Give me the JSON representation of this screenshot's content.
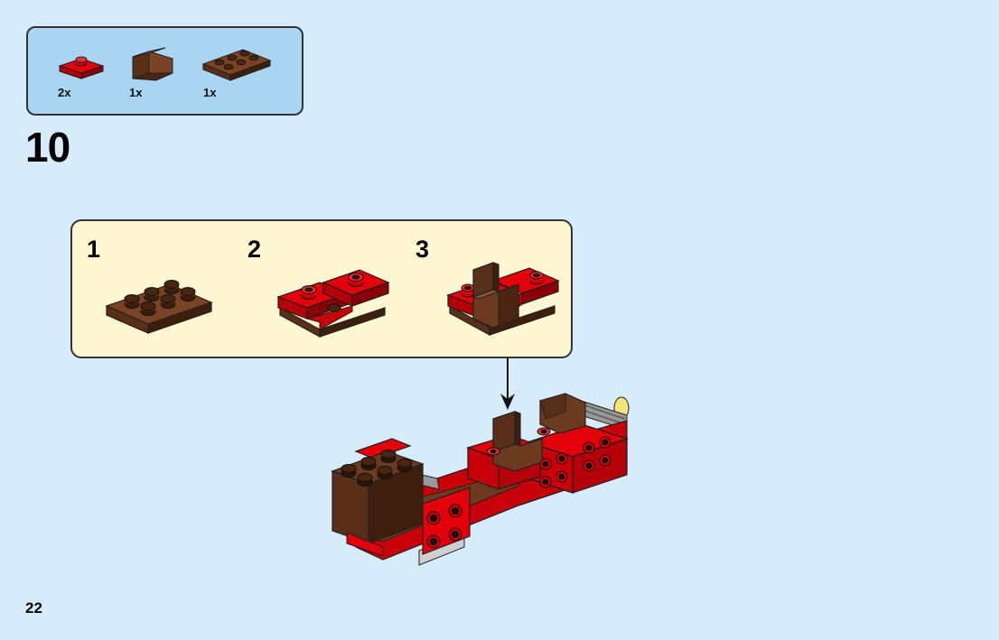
{
  "parts_list": {
    "items": [
      {
        "qty": "2x",
        "icon": "red-plate-1x2-jumper-icon",
        "color": "#e3000b"
      },
      {
        "qty": "1x",
        "icon": "brown-brick-1x2-icon",
        "color": "#6b3a1f"
      },
      {
        "qty": "1x",
        "icon": "brown-plate-2x3-icon",
        "color": "#6b3a1f"
      }
    ]
  },
  "step": {
    "number": "10"
  },
  "sub_steps": [
    {
      "number": "1",
      "icon": "brown-plate-2x3-icon"
    },
    {
      "number": "2",
      "icon": "red-jumper-plates-on-brown-icon"
    },
    {
      "number": "3",
      "icon": "brown-brick-on-red-plates-icon"
    }
  ],
  "arrow": {
    "icon": "down-arrow-icon"
  },
  "model": {
    "icon": "fire-truck-assembly-icon"
  },
  "page": {
    "number": "22"
  },
  "colors": {
    "background": "#d6ecfa",
    "parts_box": "#a9d4f2",
    "sub_box": "#fff6d2",
    "red": "#e3000b",
    "brown": "#6b3a1f"
  }
}
